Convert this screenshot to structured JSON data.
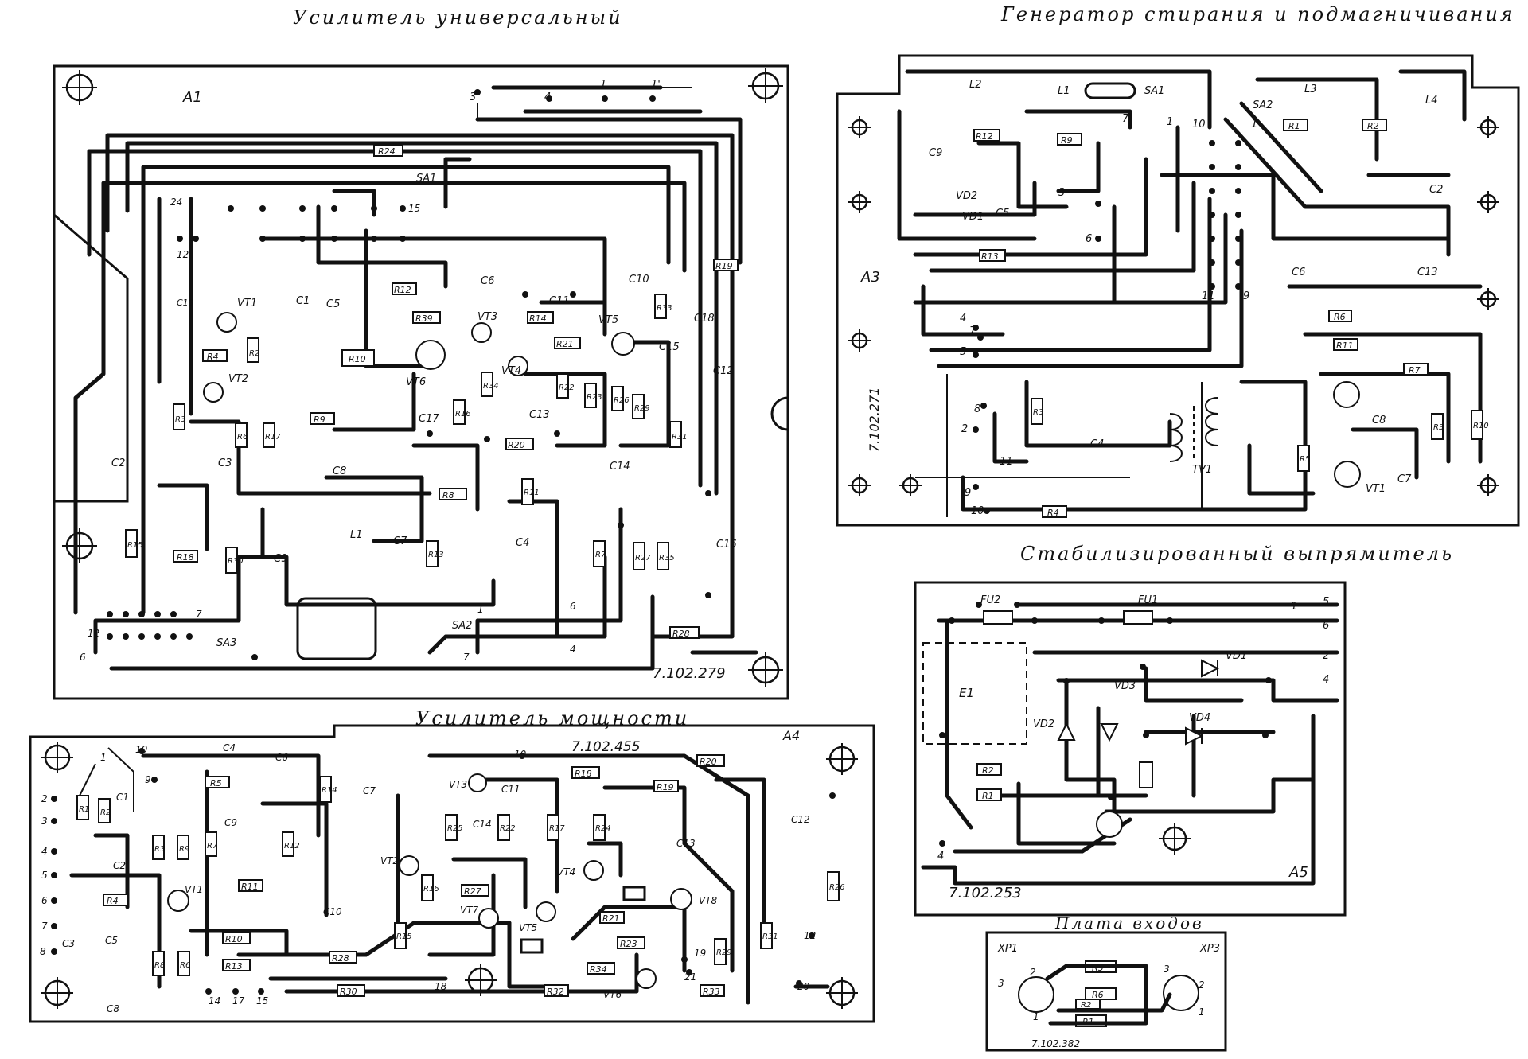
{
  "titles": {
    "a1": "Усилитель универсальный",
    "a3": "Генератор стирания и подмагничивания",
    "a5": "Стабилизированный выпрямитель",
    "a4": "Усилитель мощности",
    "inputs": "Плата входов"
  },
  "boards": {
    "a1": {
      "id": "A1",
      "code": "7.102.279",
      "components": [
        "R24",
        "SA1",
        "R19",
        "R12",
        "C6",
        "C10",
        "R39",
        "R10",
        "VT6",
        "VT3",
        "R14",
        "R21",
        "VT5",
        "C11",
        "C5",
        "C1",
        "VT1",
        "R4",
        "R2",
        "VT2",
        "R3",
        "C2",
        "C3",
        "R6",
        "R17",
        "R9",
        "C17",
        "C8",
        "R16",
        "R34",
        "VT4",
        "R20",
        "C13",
        "R22",
        "R23",
        "R26",
        "R29",
        "R33",
        "C18",
        "C12",
        "C15",
        "R31",
        "C14",
        "R8",
        "R11",
        "L1",
        "C7",
        "R13",
        "C4",
        "R7",
        "R27",
        "R35",
        "C16",
        "R15",
        "R18",
        "R30",
        "C9",
        "SA2",
        "SA3",
        "R28",
        "C19"
      ],
      "pins": [
        "3",
        "4",
        "1",
        "1'",
        "24",
        "15",
        "12",
        "12",
        "6",
        "7",
        "1",
        "6",
        "7",
        "4"
      ]
    },
    "a3": {
      "id": "A3",
      "code": "7.102.271",
      "components": [
        "L2",
        "L1",
        "SA1",
        "SA2",
        "L3",
        "L4",
        "R12",
        "R9",
        "C9",
        "VD2",
        "VD1",
        "C5",
        "R13",
        "C2",
        "R1",
        "R2",
        "C6",
        "C13",
        "R6",
        "R11",
        "R7",
        "VT1",
        "C8",
        "R3",
        "R10",
        "R5",
        "C7",
        "R4",
        "C4",
        "TV1"
      ],
      "pins": [
        "7",
        "1",
        "10",
        "1",
        "3",
        "6",
        "4",
        "7",
        "5",
        "8",
        "2",
        "11",
        "9",
        "10",
        "9",
        "11"
      ]
    },
    "a5": {
      "id": "A5",
      "code": "7.102.253",
      "components": [
        "FU2",
        "FU1",
        "E1",
        "VD1",
        "VD2",
        "VD3",
        "VD4",
        "R2",
        "R1"
      ],
      "pins": [
        "1",
        "5",
        "6",
        "2",
        "4",
        "4"
      ]
    },
    "a4": {
      "id": "A4",
      "code": "7.102.455",
      "components": [
        "C4",
        "C6",
        "R5",
        "R14",
        "C7",
        "VT3",
        "C11",
        "R18",
        "R19",
        "R20",
        "C12",
        "R1",
        "C1",
        "R2",
        "C9",
        "R12",
        "R7",
        "R9",
        "R3",
        "C2",
        "R4",
        "VT1",
        "R11",
        "R10",
        "R13",
        "R8",
        "R6",
        "C3",
        "C5",
        "C8",
        "VT2",
        "R16",
        "R15",
        "R25",
        "C14",
        "R22",
        "R17",
        "R24",
        "VT4",
        "C13",
        "R27",
        "VT7",
        "VT5",
        "R21",
        "VT8",
        "R23",
        "R29",
        "R31",
        "R26",
        "R28",
        "R30",
        "R32",
        "R34",
        "VT6",
        "R33",
        "C10"
      ],
      "pins": [
        "1",
        "10",
        "9",
        "2",
        "3",
        "4",
        "5",
        "6",
        "7",
        "8",
        "10",
        "12",
        "14",
        "17",
        "15",
        "18",
        "20",
        "19",
        "21"
      ]
    },
    "inputs": {
      "code": "7.102.382",
      "components": [
        "XP1",
        "XP3",
        "R5",
        "R6",
        "R2",
        "R1"
      ],
      "pins": [
        "2",
        "3",
        "3",
        "2",
        "1",
        "1"
      ]
    }
  }
}
